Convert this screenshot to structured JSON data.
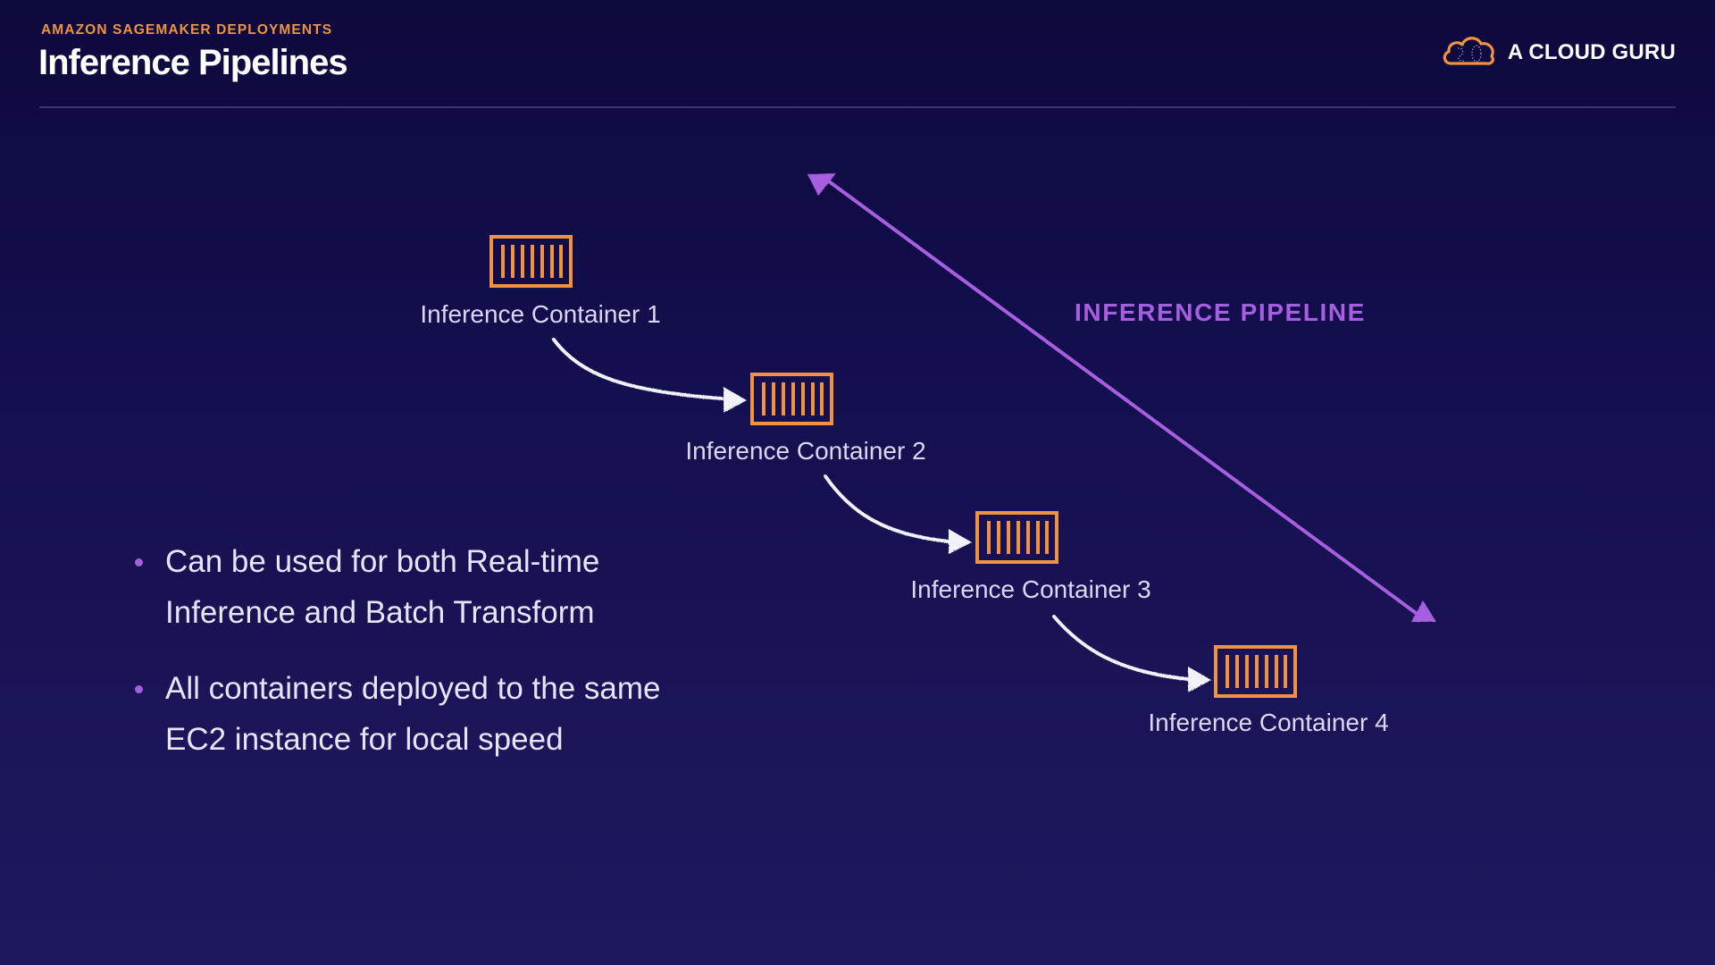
{
  "header": {
    "eyebrow": "AMAZON SAGEMAKER DEPLOYMENTS",
    "title": "Inference Pipelines"
  },
  "brand": {
    "logo_icon": "cloud-icon",
    "name": "A CLOUD GURU"
  },
  "diagram": {
    "pipeline_label": "INFERENCE PIPELINE",
    "containers": [
      {
        "label": "Inference Container 1",
        "icon": "container-icon"
      },
      {
        "label": "Inference Container 2",
        "icon": "container-icon"
      },
      {
        "label": "Inference Container 3",
        "icon": "container-icon"
      },
      {
        "label": "Inference Container 4",
        "icon": "container-icon"
      }
    ],
    "flow_arrows": [
      {
        "from": "Inference Container 1",
        "to": "Inference Container 2"
      },
      {
        "from": "Inference Container 2",
        "to": "Inference Container 3"
      },
      {
        "from": "Inference Container 3",
        "to": "Inference Container 4"
      }
    ]
  },
  "bullets": [
    "Can be used for both Real-time Inference and Batch Transform",
    "All containers deployed to the same EC2 instance for local speed"
  ],
  "colors": {
    "accent_orange": "#f0923f",
    "accent_purple": "#a75ee0",
    "background": "#130e4d",
    "text_light": "#e6e4f7"
  }
}
